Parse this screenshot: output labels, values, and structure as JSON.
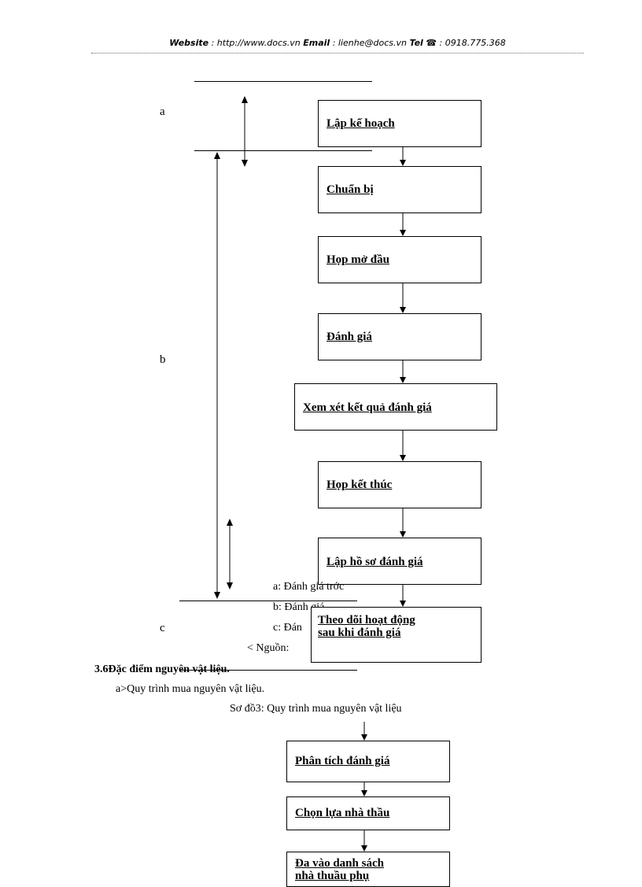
{
  "header": {
    "website_label": "Website",
    "website_value": " : http://www.docs.vn ",
    "email_label": "Email",
    "email_value": " : lienhe@docs.vn ",
    "tel_label": "Tel",
    "tel_icon": "phone-icon",
    "tel_value": " : 0918.775.368"
  },
  "diagram1": {
    "phase_labels": [
      "a",
      "b",
      "c"
    ],
    "steps": [
      "Lập kế hoạch",
      "Chuẩn bị",
      "Họp mở đầu",
      "Đánh giá",
      "Xem xét kết quả đánh giá",
      "Họp kết thúc",
      "Lập hồ sơ đánh giá"
    ],
    "last_step_line1": "Theo dõi hoạt động",
    "last_step_line2": "sau khi đánh giá",
    "legend": [
      "a: Đánh giá trớc",
      "b: Đánh giá",
      "c: Đán"
    ],
    "source": "< Nguồn:"
  },
  "section": {
    "title": "3.6Đặc điểm nguyên vật liệu.",
    "subtitle": "a>Quy trình mua nguyên  vật liệu.",
    "diagram_caption": "Sơ đồ3: Quy trình mua nguyên  vật liệu"
  },
  "diagram2": {
    "steps": [
      "Phân tích đánh giá",
      "Chọn lựa nhà thầu"
    ],
    "last_step_line1": "Đa    vào  danh  sách",
    "last_step_line2": "nhà thuầu phụ"
  }
}
